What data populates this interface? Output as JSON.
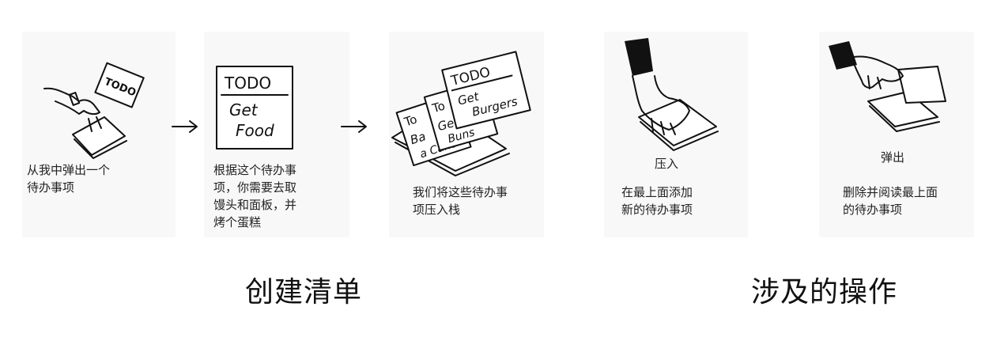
{
  "steps": [
    {
      "caption": "从我中弹出一个\n待办事项",
      "note": {
        "title": "TODO"
      }
    },
    {
      "caption": "根据这个待办事\n项，你需要去取\n馒头和面板，并\n烤个蛋糕",
      "note": {
        "title": "TODO",
        "body_line1": "Get",
        "body_line2": "Food"
      }
    },
    {
      "caption": "我们将这些待办事\n项压入栈",
      "notes": [
        {
          "title": "TODO",
          "line1": "Get",
          "line2": "Burgers"
        }
      ],
      "behind_fragments": [
        "To",
        "Ge",
        "Buns",
        "To",
        "Ba",
        "a Cake"
      ]
    }
  ],
  "operations": [
    {
      "label": "压入",
      "caption": "在最上面添加\n新的待办事项"
    },
    {
      "label": "弹出",
      "caption": "删除并阅读最上面\n的待办事项"
    }
  ],
  "headings": {
    "left": "创建清单",
    "right": "涉及的操作"
  },
  "colors": {
    "ink": "#111111",
    "panel": "#f8f8f8",
    "paper": "#ffffff"
  }
}
